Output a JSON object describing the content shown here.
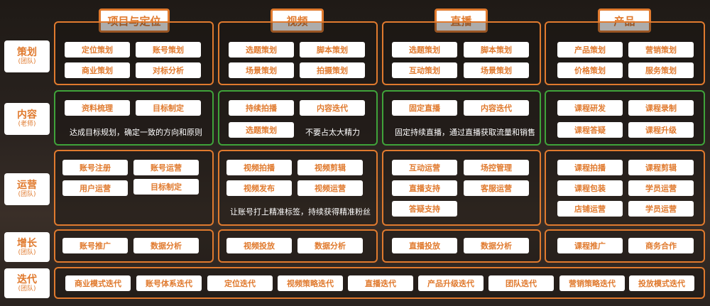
{
  "columns": [
    "项目与定位",
    "视频",
    "直播",
    "产品"
  ],
  "rows": [
    {
      "main": "策划",
      "sub": "(团队)"
    },
    {
      "main": "内容",
      "sub": "(老师)"
    },
    {
      "main": "运营",
      "sub": "(团队)"
    },
    {
      "main": "增长",
      "sub": "(团队)"
    },
    {
      "main": "迭代",
      "sub": "(团队)"
    }
  ],
  "planning": {
    "positioning": [
      "定位策划",
      "账号策划",
      "商业策划",
      "对标分析"
    ],
    "video": [
      "选题策划",
      "脚本策划",
      "场景策划",
      "拍摄策划"
    ],
    "live": [
      "选题策划",
      "脚本策划",
      "互动策划",
      "场景策划"
    ],
    "product": [
      "产品策划",
      "营销策划",
      "价格策划",
      "服务策划"
    ]
  },
  "content": {
    "positioning": {
      "items": [
        "资料梳理",
        "目标制定"
      ],
      "note": "达成目标规划，确定一致的方向和原则"
    },
    "video": {
      "items": [
        "持续拍播",
        "内容迭代",
        "选题策划"
      ],
      "note": "不要占太大精力"
    },
    "live": {
      "items": [
        "固定直播",
        "内容迭代"
      ],
      "note": "固定持续直播，通过直播获取流量和销售"
    },
    "product": {
      "items": [
        "课程研发",
        "课程录制",
        "课程答疑",
        "课程升级"
      ]
    }
  },
  "operations": {
    "positioning": [
      "账号注册",
      "账号运营",
      "用户运营",
      "目标制定"
    ],
    "video": {
      "items": [
        "视频拍播",
        "视频剪辑",
        "视频发布",
        "视频运营"
      ],
      "note": "让账号打上精准标签，持续获得精准粉丝"
    },
    "live": [
      "互动运营",
      "场控管理",
      "直播支持",
      "客服运营",
      "答疑支持"
    ],
    "product": [
      "课程拍播",
      "课程剪辑",
      "课程包装",
      "学员运营",
      "店铺运营",
      "学员运营"
    ]
  },
  "growth": {
    "positioning": [
      "账号推广",
      "数据分析"
    ],
    "video": [
      "视频投放",
      "数据分析"
    ],
    "live": [
      "直播投放",
      "数据分析"
    ],
    "product": [
      "课程推广",
      "商务合作"
    ]
  },
  "iteration": [
    "商业模式迭代",
    "账号体系迭代",
    "定位迭代",
    "视频策略迭代",
    "直播迭代",
    "产品升级迭代",
    "团队迭代",
    "营销策略迭代",
    "投放模式迭代"
  ],
  "colors": {
    "accent": "#e07a2e",
    "content_border": "#3fa33a",
    "background": "#2b2420"
  }
}
